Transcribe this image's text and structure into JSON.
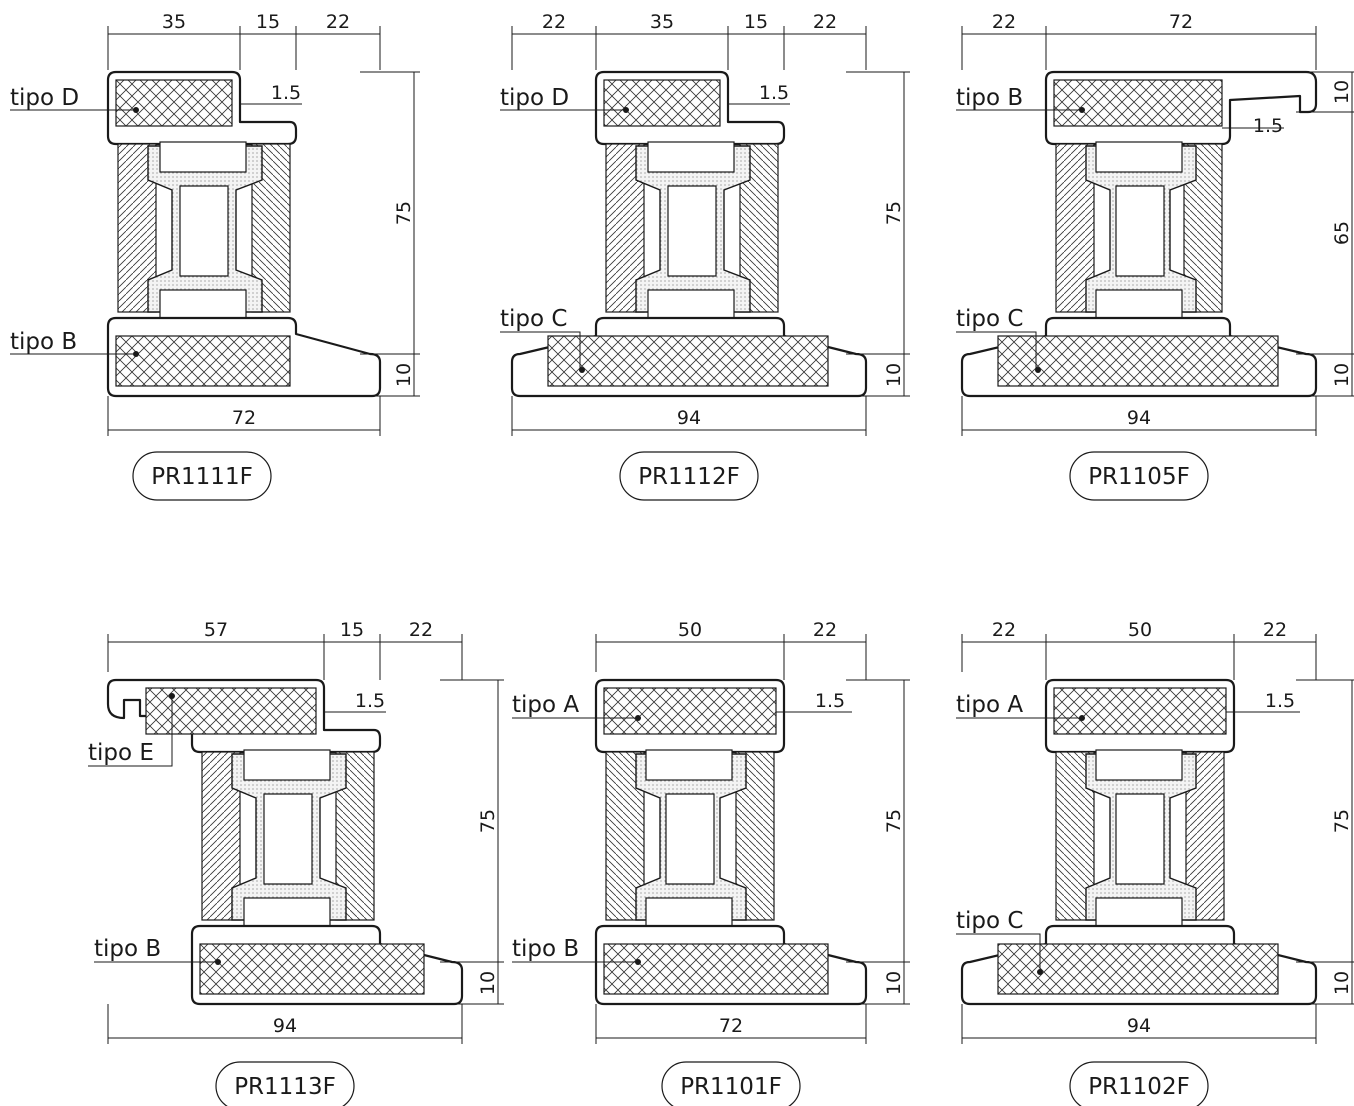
{
  "profiles": [
    {
      "code": "PR1111F",
      "top_dims": [
        "35",
        "15",
        "22"
      ],
      "height_dim": "75",
      "lower_dim": "10",
      "width_dim": "72",
      "thickness": "1.5",
      "tipo_top": "tipo D",
      "tipo_bottom": "tipo B"
    },
    {
      "code": "PR1112F",
      "top_dims": [
        "22",
        "35",
        "15",
        "22"
      ],
      "height_dim": "75",
      "lower_dim": "10",
      "width_dim": "94",
      "thickness": "1.5",
      "tipo_top": "tipo D",
      "tipo_bottom": "tipo C"
    },
    {
      "code": "PR1105F",
      "top_dims": [
        "22",
        "72"
      ],
      "height_dim": "65",
      "upper_dim": "10",
      "lower_dim": "10",
      "width_dim": "94",
      "thickness": "1.5",
      "tipo_top": "tipo B",
      "tipo_bottom": "tipo C"
    },
    {
      "code": "PR1113F",
      "top_dims": [
        "57",
        "15",
        "22"
      ],
      "height_dim": "75",
      "lower_dim": "10",
      "width_dim": "94",
      "thickness": "1.5",
      "tipo_top": "tipo E",
      "tipo_bottom": "tipo B"
    },
    {
      "code": "PR1101F",
      "top_dims": [
        "50",
        "22"
      ],
      "height_dim": "75",
      "lower_dim": "10",
      "width_dim": "72",
      "thickness": "1.5",
      "tipo_top": "tipo A",
      "tipo_bottom": "tipo B"
    },
    {
      "code": "PR1102F",
      "top_dims": [
        "22",
        "50",
        "22"
      ],
      "height_dim": "75",
      "lower_dim": "10",
      "width_dim": "94",
      "thickness": "1.5",
      "tipo_top": "tipo A",
      "tipo_bottom": "tipo C"
    }
  ]
}
